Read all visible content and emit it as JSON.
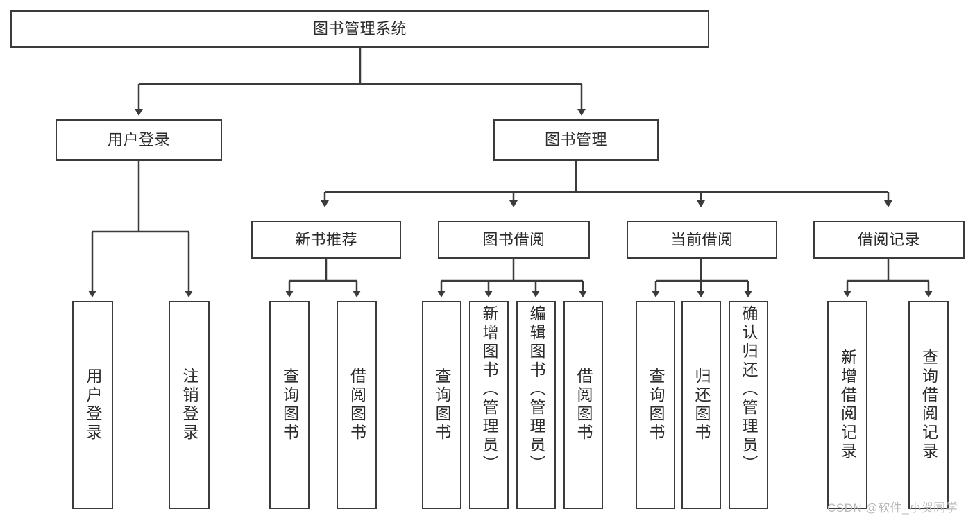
{
  "diagram": {
    "title": "图书管理系统",
    "type": "tree-hierarchy-diagram",
    "colors": {
      "stroke": "#3b3b3b",
      "fill": "#ffffff",
      "text": "#2b2b2b",
      "watermark": "#b9b9b9"
    },
    "root": {
      "label": "图书管理系统"
    },
    "level1": [
      {
        "label": "用户登录"
      },
      {
        "label": "图书管理"
      }
    ],
    "level2": [
      {
        "label": "新书推荐"
      },
      {
        "label": "图书借阅"
      },
      {
        "label": "当前借阅"
      },
      {
        "label": "借阅记录"
      }
    ],
    "leaves": {
      "user_login": [
        {
          "label": "用户登录"
        },
        {
          "label": "注销登录"
        }
      ],
      "new_book_recommend": [
        {
          "label": "查询图书"
        },
        {
          "label": "借阅图书"
        }
      ],
      "book_borrow": [
        {
          "label": "查询图书"
        },
        {
          "label": "新增图书（管理员）"
        },
        {
          "label": "编辑图书（管理员）"
        },
        {
          "label": "借阅图书"
        }
      ],
      "current_borrow": [
        {
          "label": "查询图书"
        },
        {
          "label": "归还图书"
        },
        {
          "label": "确认归还（管理员）"
        }
      ],
      "borrow_record": [
        {
          "label": "新增借阅记录"
        },
        {
          "label": "查询借阅记录"
        }
      ]
    }
  },
  "watermark": {
    "text": "CSDN @软件_小贺同学"
  }
}
